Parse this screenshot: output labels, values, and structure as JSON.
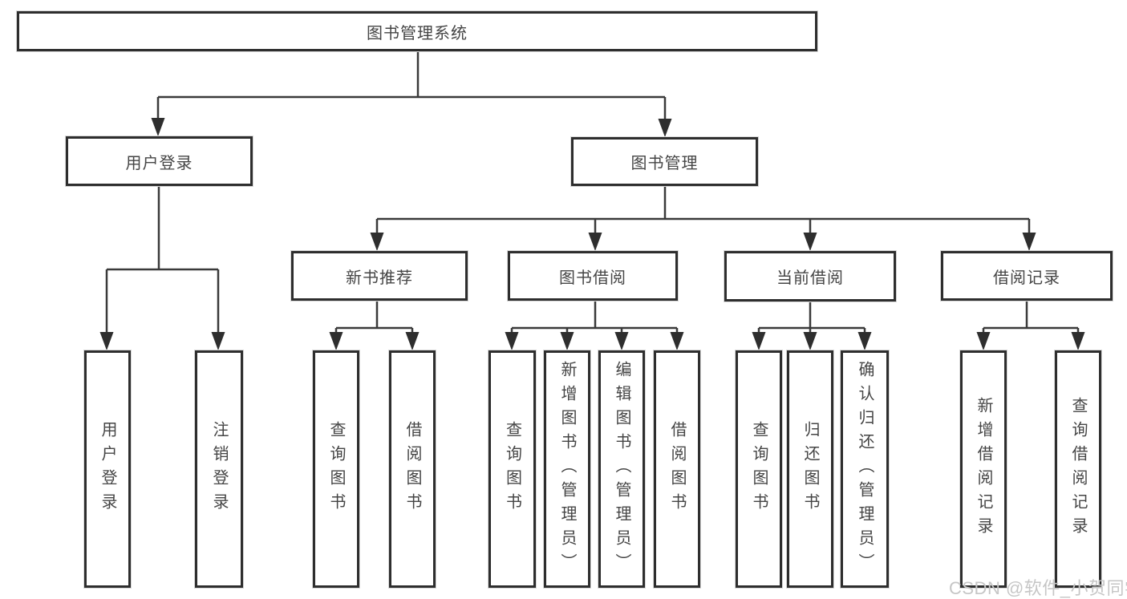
{
  "tree": {
    "label": "图书管理系统",
    "children": [
      {
        "label": "用户登录",
        "children": [
          {
            "label": "用户登录"
          },
          {
            "label": "注销登录"
          }
        ]
      },
      {
        "label": "图书管理",
        "children": [
          {
            "label": "新书推荐",
            "children": [
              {
                "label": "查询图书"
              },
              {
                "label": "借阅图书"
              }
            ]
          },
          {
            "label": "图书借阅",
            "children": [
              {
                "label": "查询图书"
              },
              {
                "label": "新增图书（管理员）"
              },
              {
                "label": "编辑图书（管理员）"
              },
              {
                "label": "借阅图书"
              }
            ]
          },
          {
            "label": "当前借阅",
            "children": [
              {
                "label": "查询图书"
              },
              {
                "label": "归还图书"
              },
              {
                "label": "确认归还（管理员）"
              }
            ]
          },
          {
            "label": "借阅记录",
            "children": [
              {
                "label": "新增借阅记录"
              },
              {
                "label": "查询借阅记录"
              }
            ]
          }
        ]
      }
    ]
  },
  "watermark": {
    "text": "CSDN @软件_小贺同学"
  },
  "colors": {
    "line": "#3a3a3a",
    "box_border": "#2e2e2e",
    "text": "#454545",
    "watermark": "#c6c6c6",
    "background": "#ffffff"
  }
}
